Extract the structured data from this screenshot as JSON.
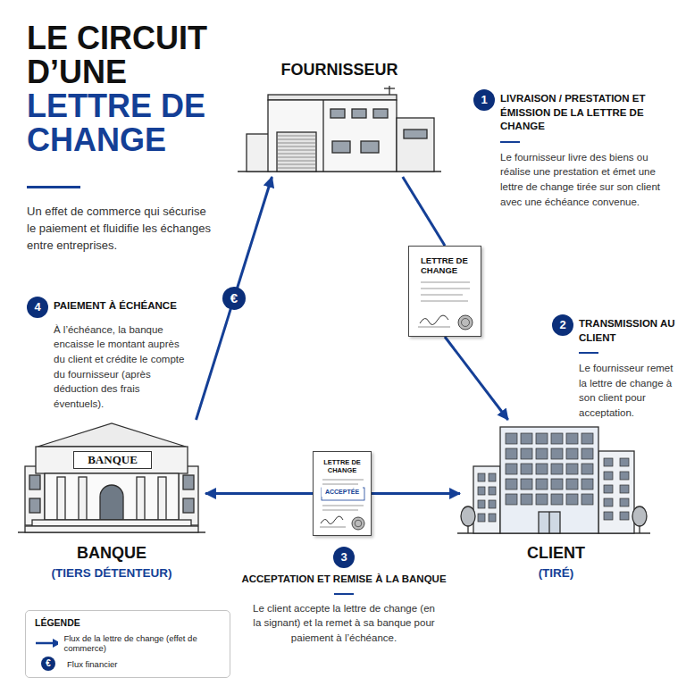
{
  "diagram": {
    "title": "LE CIRCUIT D’UNE LETTRE DE CHANGE",
    "nodes": [
      {
        "text": [
          "FOURNISSEUR"
        ]
      },
      {
        "text": [
          "1",
          "LIVRAISON / PRESTATION ET ÉMISSION DE LA LETTRE DE CHANGE",
          "Le fournisseur livre des biens ou réalise une prestation et émet une lettre de change tirée sur son client avec une échéance convenue."
        ]
      },
      {
        "text": [
          "LETTRE DE CHANGE"
        ]
      },
      {
        "text": [
          "2",
          "TRANSMISSION AU CLIENT",
          "Le fournisseur remet la lettre de change à son client pour acceptation."
        ]
      },
      {
        "text": [
          "CLIENT",
          "(TIRÉ)"
        ]
      },
      {
        "text": [
          "LETTRE DE CHANGE",
          "ACCEPTÉE"
        ]
      },
      {
        "text": [
          "3",
          "ACCEPTATION ET REMISE À LA BANQUE",
          "Le client accepte la lettre de change (en la signant) et la remet à sa banque pour paiement à l’échéance."
        ]
      },
      {
        "text": [
          "BANQUE",
          "(TIERS DÉTENTEUR)"
        ]
      },
      {
        "text": [
          "4",
          "PAIEMENT À ÉCHÉANCE",
          "À l’échéance, la banque encaisse le montant auprès du client et crédite le compte du fournisseur (après déduction des frais éventuels)."
        ]
      }
    ],
    "edges": [
      {
        "from": 0,
        "to": 2,
        "arrow": "none"
      },
      {
        "from": 2,
        "to": 4,
        "arrow": "to"
      },
      {
        "from": 5,
        "to": 7,
        "arrow": "to"
      },
      {
        "from": 5,
        "to": 4,
        "arrow": "to"
      },
      {
        "from": 7,
        "to": 0,
        "label": "€",
        "arrow": "to"
      }
    ],
    "labels": [
      "Un effet de commerce qui sécurise le paiement et fluidifie les échanges entre entreprises.",
      "BANQUE",
      "LÉGENDE",
      "€"
    ],
    "legend": [
      {
        "text": "Flux de la lettre de change (effet de commerce)"
      },
      {
        "text": "Flux financier"
      }
    ]
  }
}
